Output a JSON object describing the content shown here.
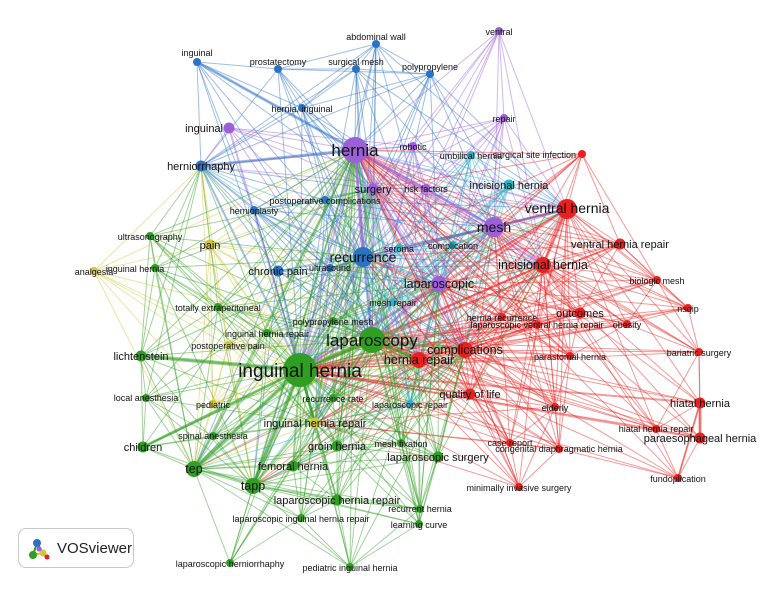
{
  "brand": {
    "name": "VOSviewer"
  },
  "colors": {
    "red": "#e8201f",
    "green": "#2f9e22",
    "blue": "#2b72c4",
    "purple": "#9b5fd6",
    "cyan": "#2cb4c9",
    "yellow": "#cfc73a"
  },
  "nodes": [
    {
      "id": "ventral",
      "label": "ventral",
      "cluster": "purple",
      "weight": 1
    },
    {
      "id": "abdominal-wall",
      "label": "abdominal wall",
      "cluster": "blue",
      "weight": 1
    },
    {
      "id": "inguinal",
      "label": "inguinal",
      "cluster": "blue",
      "weight": 1
    },
    {
      "id": "prostatectomy",
      "label": "prostatectomy",
      "cluster": "blue",
      "weight": 1
    },
    {
      "id": "surgical-mesh",
      "label": "surgical mesh",
      "cluster": "blue",
      "weight": 1
    },
    {
      "id": "polypropylene",
      "label": "polypropylene",
      "cluster": "blue",
      "weight": 1
    },
    {
      "id": "hernia-inguinal",
      "label": "hernia, inguinal",
      "cluster": "blue",
      "weight": 1
    },
    {
      "id": "repair",
      "label": "repair",
      "cluster": "purple",
      "weight": 1
    },
    {
      "id": "inguinal-2",
      "label": "inguinal",
      "cluster": "purple",
      "weight": 2
    },
    {
      "id": "hernia",
      "label": "hernia",
      "cluster": "purple",
      "weight": 5
    },
    {
      "id": "robotic",
      "label": "robotic",
      "cluster": "purple",
      "weight": 1
    },
    {
      "id": "umbilical-hernia",
      "label": "umbilical hernia",
      "cluster": "cyan",
      "weight": 1
    },
    {
      "id": "surgical-site-infection",
      "label": "surgical site infection",
      "cluster": "red",
      "weight": 1
    },
    {
      "id": "herniorrhaphy",
      "label": "herniorrhaphy",
      "cluster": "blue",
      "weight": 2
    },
    {
      "id": "surgery",
      "label": "surgery",
      "cluster": "purple",
      "weight": 2
    },
    {
      "id": "risk-factors",
      "label": "risk factors",
      "cluster": "purple",
      "weight": 1
    },
    {
      "id": "incisional-hernia",
      "label": "incisional hernia",
      "cluster": "cyan",
      "weight": 2
    },
    {
      "id": "ventral-hernia",
      "label": "ventral hernia",
      "cluster": "red",
      "weight": 4
    },
    {
      "id": "postoperative-complications",
      "label": "postoperative complications",
      "cluster": "blue",
      "weight": 1
    },
    {
      "id": "hernioplasty",
      "label": "hernioplasty",
      "cluster": "blue",
      "weight": 1
    },
    {
      "id": "mesh",
      "label": "mesh",
      "cluster": "purple",
      "weight": 4
    },
    {
      "id": "ultrasonography",
      "label": "ultrasonography",
      "cluster": "green",
      "weight": 1
    },
    {
      "id": "seroma",
      "label": "seroma",
      "cluster": "cyan",
      "weight": 1
    },
    {
      "id": "complication",
      "label": "complication",
      "cluster": "cyan",
      "weight": 1
    },
    {
      "id": "ventral-hernia-repair",
      "label": "ventral hernia repair",
      "cluster": "red",
      "weight": 2
    },
    {
      "id": "pain",
      "label": "pain",
      "cluster": "yellow",
      "weight": 2
    },
    {
      "id": "recurrence",
      "label": "recurrence",
      "cluster": "blue",
      "weight": 4
    },
    {
      "id": "analgesia",
      "label": "analgesia",
      "cluster": "yellow",
      "weight": 1
    },
    {
      "id": "inguinal-hernia-small",
      "label": "inguinal hernia",
      "cluster": "green",
      "weight": 1
    },
    {
      "id": "ultrasound",
      "label": "ultrasound",
      "cluster": "blue",
      "weight": 1
    },
    {
      "id": "incisional-hernia-red",
      "label": "incisional hernia",
      "cluster": "red",
      "weight": 3
    },
    {
      "id": "chronic-pain",
      "label": "chronic pain",
      "cluster": "blue",
      "weight": 2
    },
    {
      "id": "laparoscopic",
      "label": "laparoscopic",
      "cluster": "purple",
      "weight": 3
    },
    {
      "id": "biologic-mesh",
      "label": "biologic mesh",
      "cluster": "red",
      "weight": 1
    },
    {
      "id": "totally-extraperitoneal",
      "label": "totally extraperitoneal",
      "cluster": "green",
      "weight": 1
    },
    {
      "id": "mesh-repair",
      "label": "mesh repair",
      "cluster": "cyan",
      "weight": 1
    },
    {
      "id": "outcomes",
      "label": "outcomes",
      "cluster": "red",
      "weight": 2
    },
    {
      "id": "nsqip",
      "label": "nsqip",
      "cluster": "red",
      "weight": 1
    },
    {
      "id": "polypropylene-mesh",
      "label": "polypropylene mesh",
      "cluster": "green",
      "weight": 1
    },
    {
      "id": "hernia-recurrence",
      "label": "hernia recurrence",
      "cluster": "red",
      "weight": 1
    },
    {
      "id": "obesity",
      "label": "obesity",
      "cluster": "red",
      "weight": 1
    },
    {
      "id": "inguinal-hernia-repair-top",
      "label": "inguinal hernia repair",
      "cluster": "green",
      "weight": 1
    },
    {
      "id": "laparoscopy",
      "label": "laparoscopy",
      "cluster": "green",
      "weight": 5
    },
    {
      "id": "laparoscopic-ventral-hernia-repair",
      "label": "laparoscopic ventral hernia repair",
      "cluster": "red",
      "weight": 1
    },
    {
      "id": "postoperative-pain",
      "label": "postoperative pain",
      "cluster": "yellow",
      "weight": 1
    },
    {
      "id": "complications",
      "label": "complications",
      "cluster": "red",
      "weight": 3
    },
    {
      "id": "lichtenstein",
      "label": "lichtenstein",
      "cluster": "green",
      "weight": 2
    },
    {
      "id": "hernia-repair",
      "label": "hernia repair",
      "cluster": "red",
      "weight": 3
    },
    {
      "id": "parastomal-hernia",
      "label": "parastomal hernia",
      "cluster": "red",
      "weight": 1
    },
    {
      "id": "bariatric-surgery",
      "label": "bariatric surgery",
      "cluster": "red",
      "weight": 1
    },
    {
      "id": "inguinal-hernia",
      "label": "inguinal hernia",
      "cluster": "green",
      "weight": 6
    },
    {
      "id": "local-anesthesia",
      "label": "local anesthesia",
      "cluster": "green",
      "weight": 1
    },
    {
      "id": "quality-of-life",
      "label": "quality of life",
      "cluster": "red",
      "weight": 2
    },
    {
      "id": "recurrence-rate",
      "label": "recurrence rate",
      "cluster": "green",
      "weight": 1
    },
    {
      "id": "pediatric",
      "label": "pediatric",
      "cluster": "yellow",
      "weight": 1
    },
    {
      "id": "laparoscopic-repair",
      "label": "laparoscopic repair",
      "cluster": "cyan",
      "weight": 1
    },
    {
      "id": "elderly",
      "label": "elderly",
      "cluster": "red",
      "weight": 1
    },
    {
      "id": "hiatal-hernia",
      "label": "hiatal hernia",
      "cluster": "red",
      "weight": 2
    },
    {
      "id": "hiatal-hernia-repair",
      "label": "hiatal hernia repair",
      "cluster": "red",
      "weight": 1
    },
    {
      "id": "inguinal-hernia-repair",
      "label": "inguinal hernia repair",
      "cluster": "yellow",
      "weight": 2
    },
    {
      "id": "spinal-anesthesia",
      "label": "spinal anesthesia",
      "cluster": "green",
      "weight": 1
    },
    {
      "id": "paraesophageal-hernia",
      "label": "paraesophageal hernia",
      "cluster": "red",
      "weight": 2
    },
    {
      "id": "children",
      "label": "children",
      "cluster": "green",
      "weight": 2
    },
    {
      "id": "groin-hernia",
      "label": "groin hernia",
      "cluster": "green",
      "weight": 2
    },
    {
      "id": "mesh-fixation",
      "label": "mesh fixation",
      "cluster": "green",
      "weight": 1
    },
    {
      "id": "case-report",
      "label": "case report",
      "cluster": "red",
      "weight": 1
    },
    {
      "id": "congenital-diaphragmatic-hernia",
      "label": "congenital diaphragmatic hernia",
      "cluster": "red",
      "weight": 1
    },
    {
      "id": "laparoscopic-surgery",
      "label": "laparoscopic surgery",
      "cluster": "green",
      "weight": 2
    },
    {
      "id": "tep",
      "label": "tep",
      "cluster": "green",
      "weight": 3
    },
    {
      "id": "femoral-hernia",
      "label": "femoral hernia",
      "cluster": "green",
      "weight": 2
    },
    {
      "id": "fundoplication",
      "label": "fundoplication",
      "cluster": "red",
      "weight": 1
    },
    {
      "id": "tapp",
      "label": "tapp",
      "cluster": "green",
      "weight": 3
    },
    {
      "id": "minimally-invasive-surgery",
      "label": "minimally invasive surgery",
      "cluster": "red",
      "weight": 1
    },
    {
      "id": "laparoscopic-hernia-repair",
      "label": "laparoscopic hernia repair",
      "cluster": "green",
      "weight": 2
    },
    {
      "id": "recurrent-hernia",
      "label": "recurrent hernia",
      "cluster": "green",
      "weight": 1
    },
    {
      "id": "laparoscopic-inguinal-hernia-repair",
      "label": "laparoscopic inguinal hernia repair",
      "cluster": "green",
      "weight": 1
    },
    {
      "id": "learning-curve",
      "label": "learning curve",
      "cluster": "green",
      "weight": 1
    },
    {
      "id": "laparoscopic-herniorrhaphy",
      "label": "laparoscopic herniorrhaphy",
      "cluster": "green",
      "weight": 1
    },
    {
      "id": "pediatric-inguinal-hernia",
      "label": "pediatric inguinal hernia",
      "cluster": "green",
      "weight": 1
    }
  ]
}
